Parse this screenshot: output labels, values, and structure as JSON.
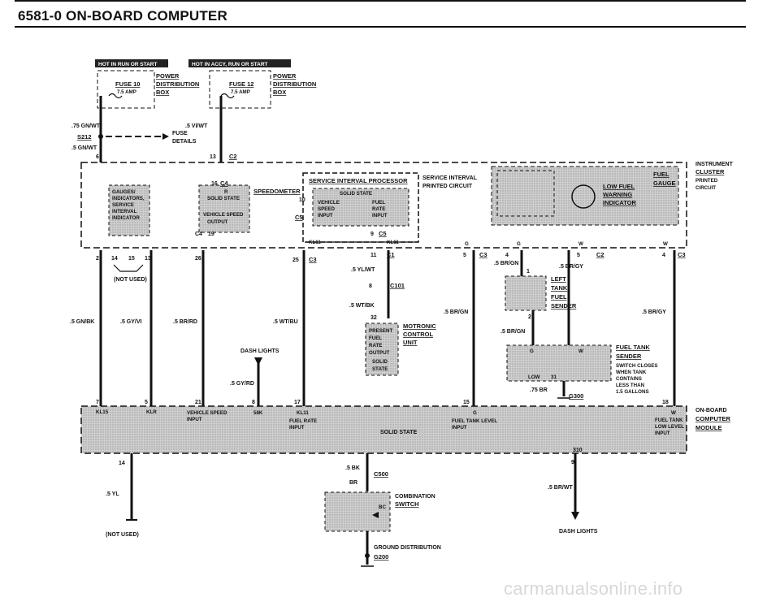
{
  "header": {
    "title": "6581-0  ON-BOARD COMPUTER"
  },
  "watermark": "carmanualsonline.info",
  "top": {
    "hot_run_start": "HOT IN RUN OR START",
    "hot_accy": "HOT IN ACCY, RUN OR START",
    "fuse10": "FUSE 10",
    "fuse10_amp": "7.5 AMP",
    "fuse12": "FUSE 12",
    "fuse12_amp": "7.5 AMP",
    "power": "POWER",
    "distribution": "DISTRIBUTION",
    "box": "BOX",
    "w75gnwt": ".75 GN/WT",
    "s212": "S212",
    "fuse_details_1": "FUSE",
    "fuse_details_2": "DETAILS",
    "w5gnwt": ".5 GN/WT",
    "w5viwt": ".5 VI/WT",
    "pin6": "6",
    "pin13": "13",
    "c2": "C2"
  },
  "cluster": {
    "instrument_1": "INSTRUMENT",
    "instrument_2": "CLUSTER",
    "instrument_3": "PRINTED",
    "instrument_4": "CIRCUIT",
    "gauges": [
      "GAUGES/",
      "INDICATORS,",
      "SERVICE",
      "INTERVAL",
      "INDICATOR"
    ],
    "speedometer": "SPEEDOMETER",
    "solid_state": "SOLID STATE",
    "vehicle_speed": "VEHICLE SPEED",
    "output": "OUTPUT",
    "sip": "SERVICE INTERVAL PROCESSOR",
    "sip_solid": "SOLID STATE",
    "vehicle": "VEHICLE",
    "speed": "SPEED",
    "input": "INPUT",
    "fuel": "FUEL",
    "rate": "RATE",
    "fuel_input": "INPUT",
    "si_pc_1": "SERVICE INTERVAL",
    "si_pc_2": "PRINTED CIRCUIT",
    "low_fuel": "LOW FUEL",
    "warning": "WARNING",
    "indicator": "INDICATOR",
    "fuel_gauge_1": "FUEL",
    "fuel_gauge_2": "GAUGE",
    "kl11": "KL11",
    "kl11b": "KL11",
    "c4": "C4",
    "c4b": "C4",
    "c5": "C5",
    "c5b": "C5",
    "pin_r": "R",
    "p16": "16",
    "p19": "19",
    "p10": "10",
    "p9": "9",
    "p15": "15",
    "g1": "G",
    "g2": "G",
    "w1": "W",
    "w2": "W"
  },
  "wires": {
    "p2": "2",
    "p14": "14",
    "p15": "15",
    "p13": "13",
    "p26": "26",
    "p25": "25",
    "c3a": "C3",
    "p11": "11",
    "c1": "C1",
    "p5": "5",
    "c3b": "C3",
    "p4": "4",
    "p5b": "5",
    "c2b": "C2",
    "p4b": "4",
    "c3c": "C3",
    "not_used": "(NOT USED)",
    "yl_wt": ".5 YL/WT",
    "p8": "8",
    "c101": "C101",
    "wt_bk": ".5 WT/BK",
    "p32": "32",
    "motronic_1": "MOTRONIC",
    "motronic_2": "CONTROL",
    "motronic_3": "UNIT",
    "present": "PRESENT",
    "fuel": "FUEL",
    "rate": "RATE",
    "output": "OUTPUT",
    "solid": "SOLID",
    "state": "STATE",
    "br_gn1": ".5 BR/GN",
    "br_gn2": ".5 BR/GN",
    "br_gn3": ".5 BR/GN",
    "br_gy1": ".5 BR/GY",
    "br_gy2": ".5 BR/GY",
    "p1": "1",
    "left_tank_1": "LEFT",
    "left_tank_2": "TANK",
    "left_tank_3": "FUEL",
    "left_tank_4": "SENDER",
    "p2b": "2",
    "gn_bk": ".5 GN/BK",
    "gy_vi": ".5 GY/VI",
    "br_rd": ".5 BR/RD",
    "wt_bu": ".5 WT/BU",
    "dash_lights": "DASH LIGHTS",
    "gy_rd": ".5 GY/RD",
    "fuel_tank_1": "FUEL TANK",
    "fuel_tank_2": "SENDER",
    "switch_1": "SWITCH CLOSES",
    "switch_2": "WHEN TANK",
    "switch_3": "CONTAINS",
    "switch_4": "LESS THAN",
    "switch_5": "1.5 GALLONS",
    "g_lbl": "G",
    "w_lbl": "W",
    "low": "LOW",
    "p31": "31",
    "br75": ".75 BR",
    "g300": "G300"
  },
  "obc": {
    "p7": "7",
    "p5": "5",
    "p21": "21",
    "p8": "8",
    "p17": "17",
    "p15": "15",
    "p18": "18",
    "kl15": "KL15",
    "klr": "KLR",
    "vspeed_1": "VEHICLE SPEED",
    "vspeed_2": "INPUT",
    "g8k": "58K",
    "kl11": "KL11",
    "fuel_rate_1": "FUEL RATE",
    "fuel_rate_2": "INPUT",
    "solid_state": "SOLID STATE",
    "ftl_g": "G",
    "ftl_1": "FUEL TANK LEVEL",
    "ftl_2": "INPUT",
    "ftli_w": "W",
    "ftli_1": "FUEL TANK",
    "ftli_2": "LOW LEVEL",
    "ftli_3": "INPUT",
    "name_1": "ON-BOARD",
    "name_2": "COMPUTER",
    "name_3": "MODULE",
    "p14": "14",
    "p310": "310",
    "p9": "9"
  },
  "bottom": {
    "yl": ".5 YL",
    "not_used": "(NOT USED)",
    "bk": ".5 BK",
    "c500": "C500",
    "br": "BR",
    "combination_1": "COMBINATION",
    "combination_2": "SWITCH",
    "bc": "BC",
    "br_wt": ".5 BR/WT",
    "dash_lights": "DASH LIGHTS",
    "ground_dist": "GROUND DISTRIBUTION",
    "g200": "G200"
  }
}
